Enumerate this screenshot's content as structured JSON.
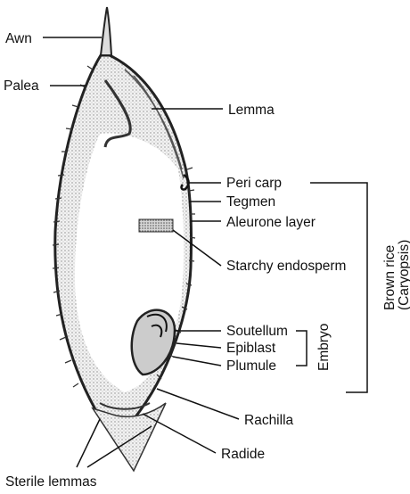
{
  "labels": {
    "awn": "Awn",
    "palea": "Palea",
    "lemma": "Lemma",
    "pericarp": "Peri carp",
    "tegmen": "Tegmen",
    "aleurone": "Aleurone layer",
    "starchy": "Starchy endosperm",
    "scutellum": "Soutellum",
    "epiblast": "Epiblast",
    "plumule": "Plumule",
    "rachilla": "Rachilla",
    "radicle": "Radide",
    "sterile": "Sterile lemmas"
  },
  "groups": {
    "embryo": "Embryo",
    "brown_rice": "Brown rice",
    "caryopsis": "(Caryopsis)"
  }
}
